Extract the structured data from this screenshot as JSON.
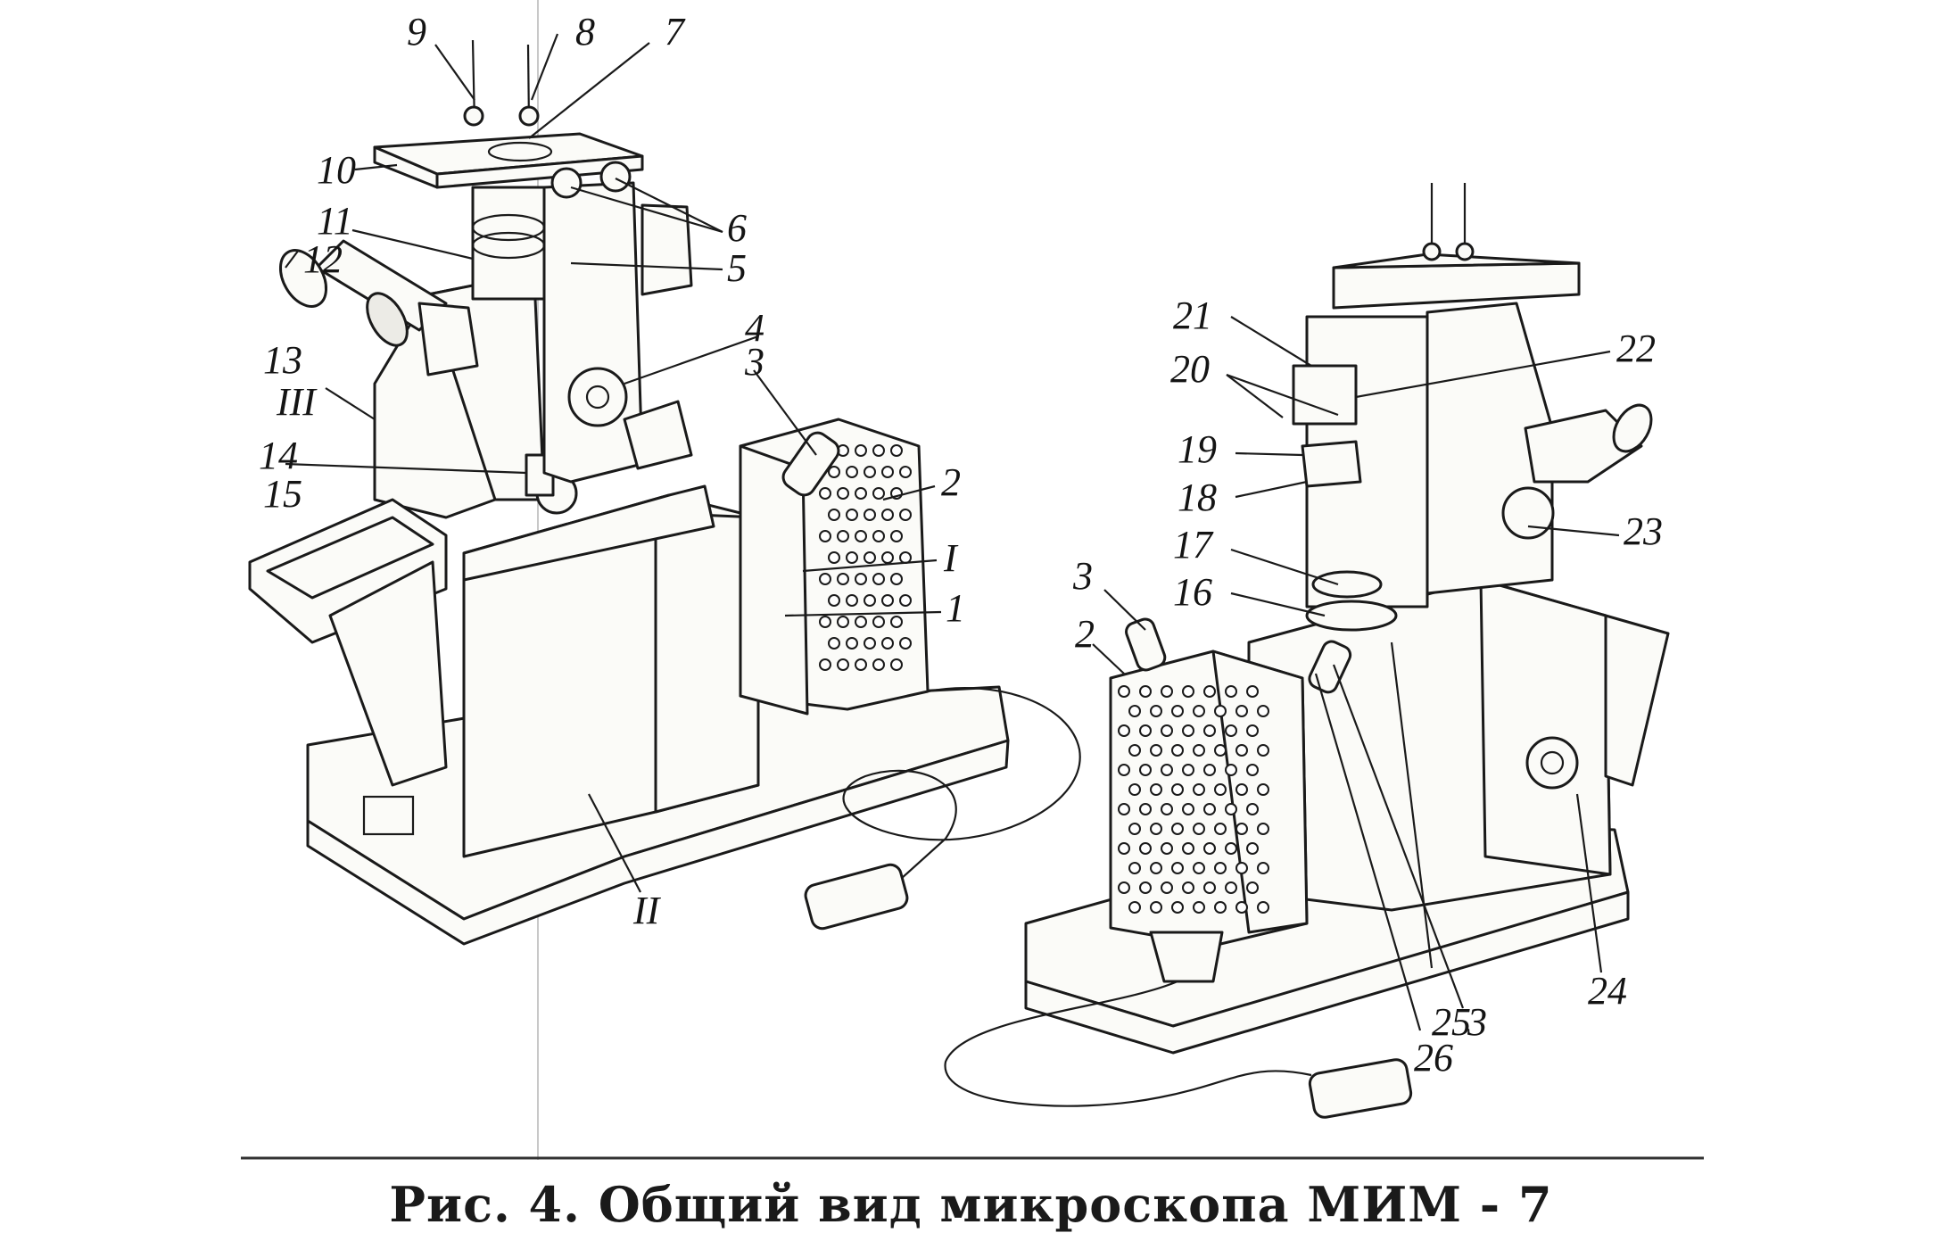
{
  "figure": {
    "caption": "Рис. 4. Общий вид микроскопа МИМ - 7",
    "labels": {
      "1": "1",
      "2": "2",
      "3": "3",
      "4": "4",
      "5": "5",
      "6": "6",
      "7": "7",
      "8": "8",
      "9": "9",
      "10": "10",
      "11": "11",
      "12": "12",
      "13": "13",
      "14": "14",
      "15": "15",
      "16": "16",
      "17": "17",
      "18": "18",
      "19": "19",
      "20": "20",
      "21": "21",
      "22": "22",
      "23": "23",
      "24": "24",
      "25": "25",
      "26": "26",
      "I": "I",
      "II": "II",
      "III": "III"
    },
    "left_view": {
      "illuminator_hole_rows": 11,
      "illuminator_hole_cols": 5
    },
    "right_view": {
      "illuminator_hole_rows": 12,
      "illuminator_hole_cols": 7
    }
  }
}
